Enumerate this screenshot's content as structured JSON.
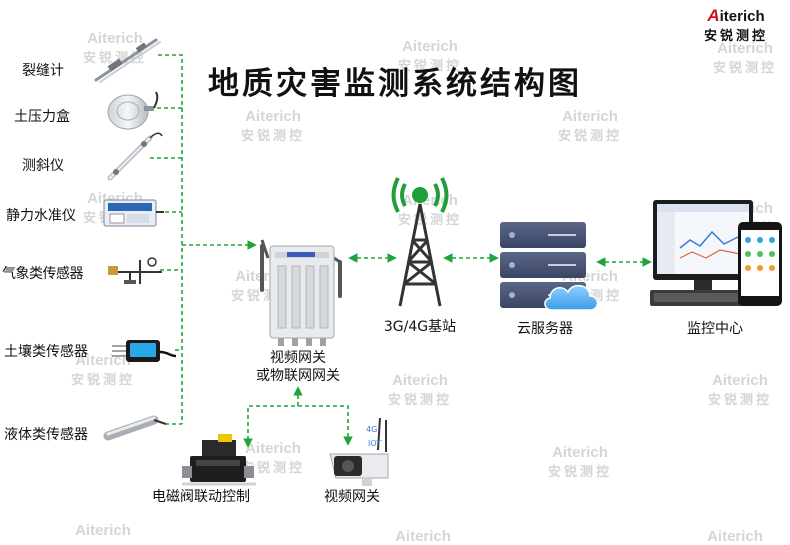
{
  "title": "地质灾害监测系统结构图",
  "brand": {
    "name_prefix": "A",
    "name_rest": "iterich",
    "subtitle": "安锐测控"
  },
  "watermark": {
    "name_prefix": "A",
    "name_rest": "iterich",
    "subtitle": "安锐测控"
  },
  "sensors": [
    {
      "label": "裂缝计",
      "icon": "crack-meter-icon"
    },
    {
      "label": "土压力盒",
      "icon": "earth-pressure-cell-icon"
    },
    {
      "label": "测斜仪",
      "icon": "inclinometer-icon"
    },
    {
      "label": "静力水准仪",
      "icon": "static-level-icon"
    },
    {
      "label": "气象类传感器",
      "icon": "weather-station-icon"
    },
    {
      "label": "土壤类传感器",
      "icon": "soil-sensor-icon"
    },
    {
      "label": "液体类传感器",
      "icon": "liquid-level-sensor-icon"
    }
  ],
  "gateway": {
    "line1": "视频网关",
    "line2": "或物联网网关",
    "icon": "iot-gateway-icon"
  },
  "base_station": {
    "label": "3G/4G基站",
    "icon": "cell-tower-icon"
  },
  "cloud": {
    "label": "云服务器",
    "icon": "cloud-server-icon"
  },
  "monitor": {
    "label": "监控中心",
    "icon": "monitor-center-icon"
  },
  "valve": {
    "label": "电磁阀联动控制",
    "icon": "solenoid-valve-icon"
  },
  "camera": {
    "label": "视频网关",
    "icon": "camera-icon"
  },
  "colors": {
    "link": "#1ea53a",
    "tower": "#1f9e3a",
    "server": "#4a5577"
  }
}
